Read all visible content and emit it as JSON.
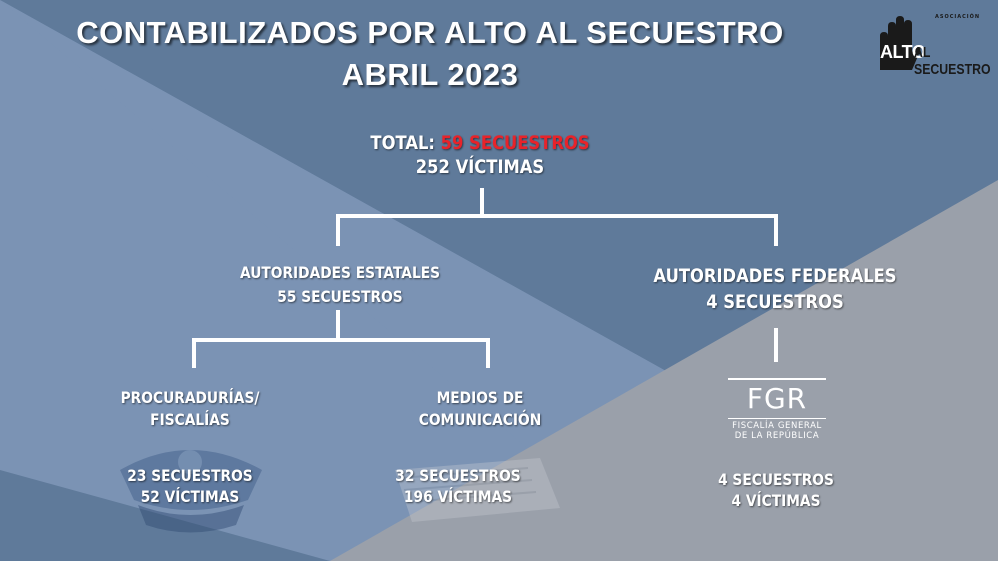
{
  "title": {
    "line1": "CONTABILIZADOS POR ALTO AL SECUESTRO",
    "line2": "ABRIL 2023"
  },
  "logo": {
    "top_small": "ASOCIACIÓN",
    "word1": "ALTO",
    "word2": "AL SECUESTRO"
  },
  "total": {
    "label": "TOTAL:",
    "secuestros": "59 SECUESTROS",
    "victimas": "252 VÍCTIMAS"
  },
  "estatales": {
    "label": "AUTORIDADES ESTATALES",
    "secuestros": "55 SECUESTROS"
  },
  "federales": {
    "label": "AUTORIDADES FEDERALES",
    "secuestros": "4 SECUESTROS"
  },
  "procuradurias": {
    "label_line1": "PROCURADURÍAS/",
    "label_line2": "FISCALÍAS",
    "secuestros": "23 SECUESTROS",
    "victimas": "52 VÍCTIMAS"
  },
  "medios": {
    "label_line1": "MEDIOS DE",
    "label_line2": "COMUNICACIÓN",
    "secuestros": "32 SECUESTROS",
    "victimas": "196 VÍCTIMAS"
  },
  "fgr": {
    "logo_letters": "FGR",
    "logo_sub1": "FISCALÍA GENERAL",
    "logo_sub2": "DE LA REPÚBLICA",
    "secuestros": "4 SECUESTROS",
    "victimas": "4 VÍCTIMAS"
  },
  "colors": {
    "dark_blue": "#5f7a9a",
    "light_blue": "#7b93b4",
    "gray": "#9aa0aa",
    "accent_red": "#e8232a"
  }
}
